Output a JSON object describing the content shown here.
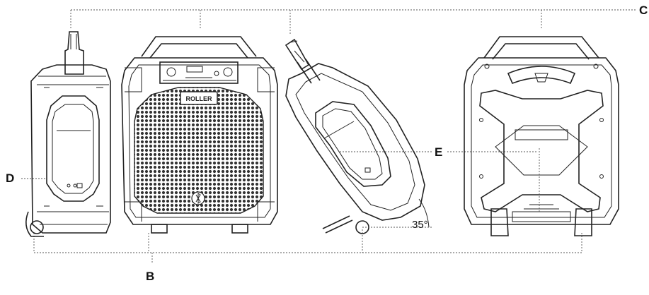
{
  "labels": {
    "b": "B",
    "c": "C",
    "d": "D",
    "e": "E",
    "angle": "35°"
  },
  "product": {
    "brand_plate": "ROLLER"
  },
  "colors": {
    "line": "#222222",
    "background": "#ffffff"
  }
}
